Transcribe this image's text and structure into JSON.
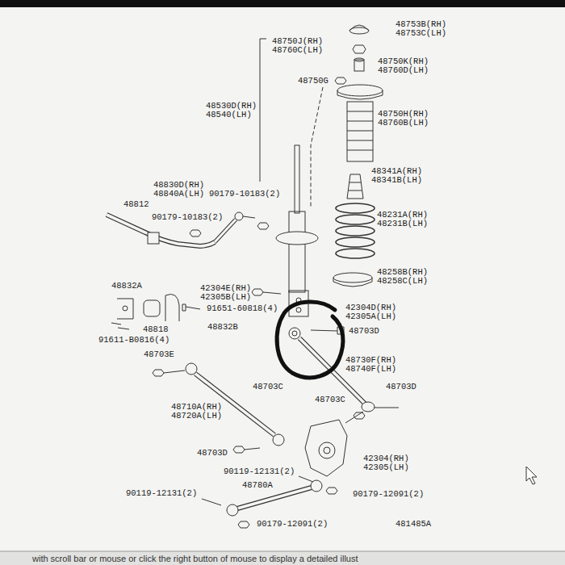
{
  "diagram": {
    "labels": [
      "48753B(RH)",
      "48753C(LH)",
      "48750J(RH)",
      "48760C(LH)",
      "48750K(RH)",
      "48760D(LH)",
      "48750G",
      "48530D(RH)",
      "48540(LH)",
      "48750H(RH)",
      "48760B(LH)",
      "48341A(RH)",
      "48341B(LH)",
      "48830D(RH)",
      "48840A(LH)",
      "90179-10183(2)",
      "48812",
      "90179-10183(2)",
      "48231A(RH)",
      "48231B(LH)",
      "48258B(RH)",
      "48258C(LH)",
      "48832A",
      "42304E(RH)",
      "42305B(LH)",
      "91651-60818(4)",
      "42304D(RH)",
      "42305A(LH)",
      "48703D",
      "48818",
      "48832B",
      "91611-B0816(4)",
      "48703E",
      "48730F(RH)",
      "48740F(LH)",
      "48703C",
      "48703D",
      "48703C",
      "48710A(RH)",
      "48720A(LH)",
      "48703D",
      "42304(RH)",
      "42305(LH)",
      "90119-12131(2)",
      "48780A",
      "90119-12131(2)",
      "90179-12091(2)",
      "90179-12091(2)",
      "481485A",
      "with scroll bar or mouse or click the right button of mouse to display a detailed illust"
    ]
  }
}
